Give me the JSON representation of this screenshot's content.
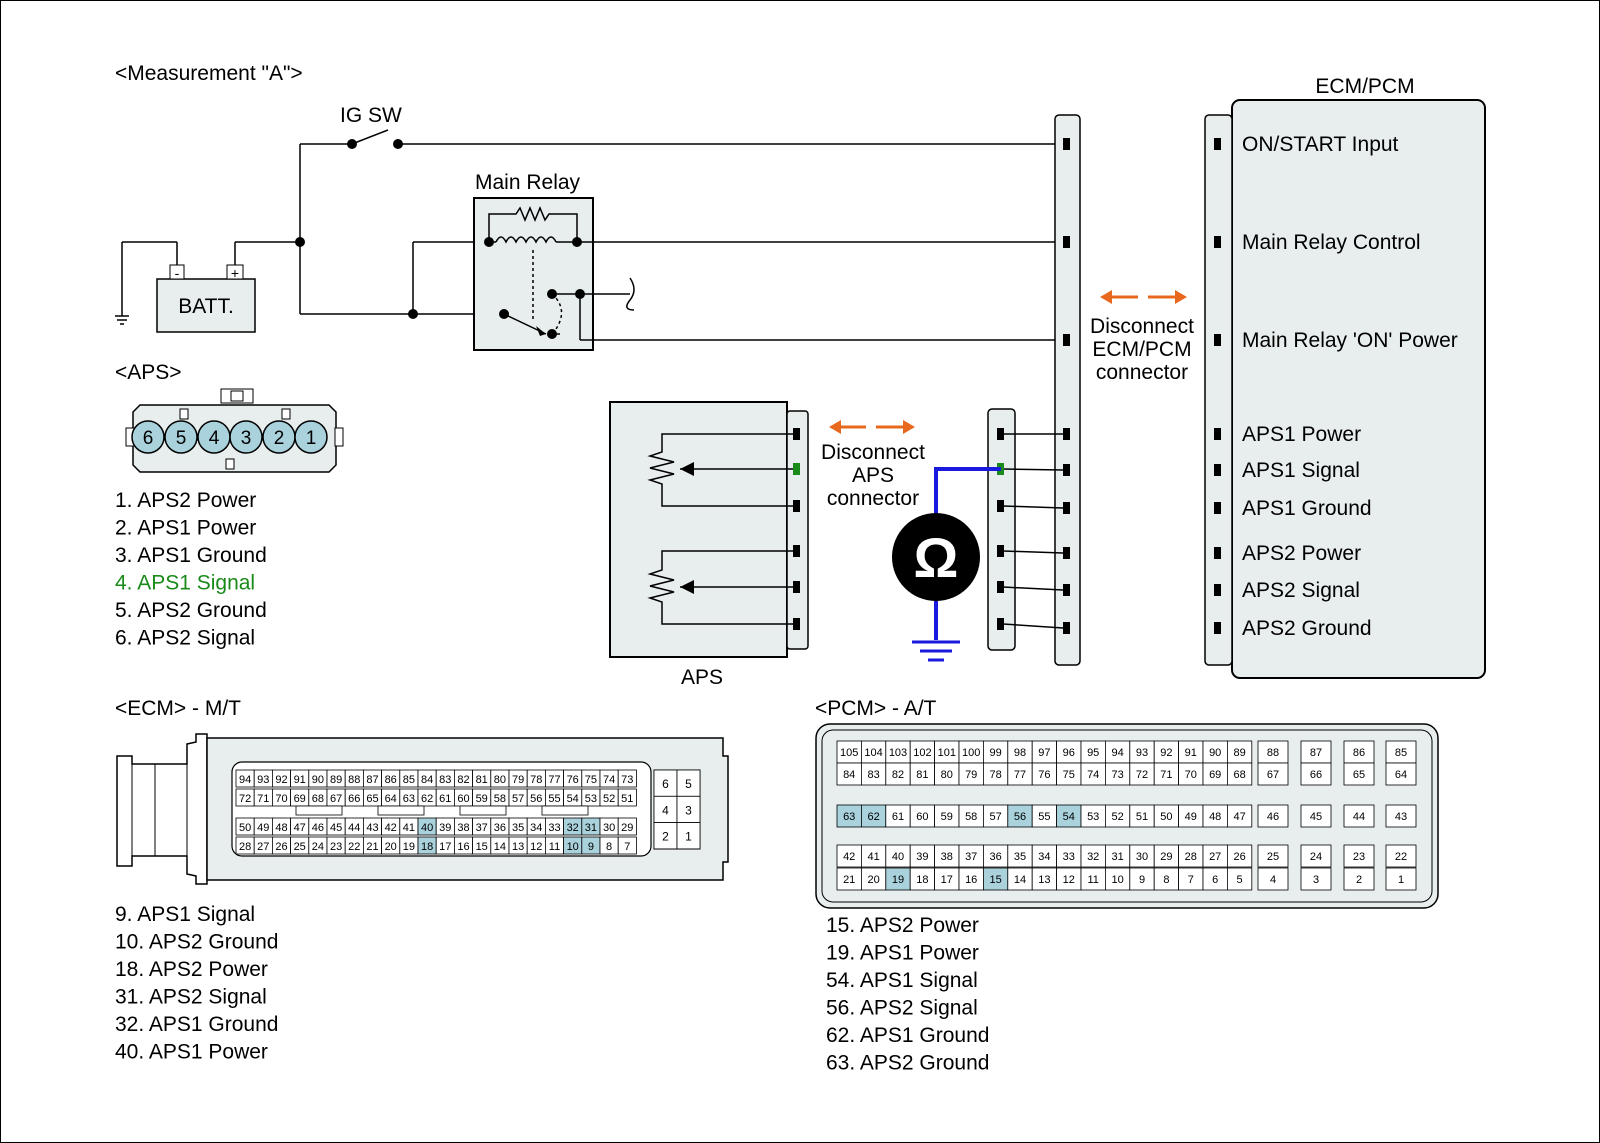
{
  "title": "<Measurement \"A\">",
  "ig_sw": "IG SW",
  "main_relay": "Main Relay",
  "batt": "BATT.",
  "batt_minus": "-",
  "batt_plus": "+",
  "ecm_pcm_title": "ECM/PCM",
  "ecm_pins": [
    "ON/START Input",
    "Main Relay Control",
    "Main Relay 'ON' Power",
    "APS1 Power",
    "APS1 Signal",
    "APS1 Ground",
    "APS2 Power",
    "APS2 Signal",
    "APS2 Ground"
  ],
  "disconnect_ecm": [
    "Disconnect",
    "ECM/PCM",
    "connector"
  ],
  "disconnect_aps": [
    "Disconnect",
    "APS",
    "connector"
  ],
  "ohm_symbol": "Ω",
  "aps_label": "APS",
  "aps_section_title": "<APS>",
  "aps_connector_pins": [
    "6",
    "5",
    "4",
    "3",
    "2",
    "1"
  ],
  "aps_pin_list": [
    "1. APS2 Power",
    "2. APS1 Power",
    "3. APS1 Ground",
    "4. APS1 Signal",
    "5. APS2 Ground",
    "6. APS2 Signal"
  ],
  "ecm_section_title": "<ECM> - M/T",
  "ecm_connector": {
    "rows": [
      [
        "94",
        "93",
        "92",
        "91",
        "90",
        "89",
        "88",
        "87",
        "86",
        "85",
        "84",
        "83",
        "82",
        "81",
        "80",
        "79",
        "78",
        "77",
        "76",
        "75",
        "74",
        "73"
      ],
      [
        "72",
        "71",
        "70",
        "69",
        "68",
        "67",
        "66",
        "65",
        "64",
        "63",
        "62",
        "61",
        "60",
        "59",
        "58",
        "57",
        "56",
        "55",
        "54",
        "53",
        "52",
        "51"
      ],
      [
        "50",
        "49",
        "48",
        "47",
        "46",
        "45",
        "44",
        "43",
        "42",
        "41",
        "40",
        "39",
        "38",
        "37",
        "36",
        "35",
        "34",
        "33",
        "32",
        "31",
        "30",
        "29"
      ],
      [
        "28",
        "27",
        "26",
        "25",
        "24",
        "23",
        "22",
        "21",
        "20",
        "19",
        "18",
        "17",
        "16",
        "15",
        "14",
        "13",
        "12",
        "11",
        "10",
        "9",
        "8",
        "7"
      ]
    ],
    "side": [
      [
        "6",
        "5"
      ],
      [
        "4",
        "3"
      ],
      [
        "2",
        "1"
      ]
    ],
    "highlighted": [
      "40",
      "32",
      "31",
      "18",
      "10",
      "9"
    ]
  },
  "ecm_pin_list": [
    "9. APS1 Signal",
    "10. APS2 Ground",
    "18. APS2 Power",
    "31. APS2 Signal",
    "32. APS1 Ground",
    "40. APS1 Power"
  ],
  "pcm_section_title": "<PCM> - A/T",
  "pcm_connector": {
    "row1": [
      "105",
      "104",
      "103",
      "102",
      "101",
      "100",
      "99",
      "98",
      "97",
      "96",
      "95",
      "94",
      "93",
      "92",
      "91",
      "90",
      "89"
    ],
    "row2": [
      "84",
      "83",
      "82",
      "81",
      "80",
      "79",
      "78",
      "77",
      "76",
      "75",
      "74",
      "73",
      "72",
      "71",
      "70",
      "69",
      "68"
    ],
    "row3": [
      "63",
      "62",
      "61",
      "60",
      "59",
      "58",
      "57",
      "56",
      "55",
      "54",
      "53",
      "52",
      "51",
      "50",
      "49",
      "48",
      "47"
    ],
    "row4": [
      "42",
      "41",
      "40",
      "39",
      "38",
      "37",
      "36",
      "35",
      "34",
      "33",
      "32",
      "31",
      "30",
      "29",
      "28",
      "27",
      "26"
    ],
    "row5": [
      "21",
      "20",
      "19",
      "18",
      "17",
      "16",
      "15",
      "14",
      "13",
      "12",
      "11",
      "10",
      "9",
      "8",
      "7",
      "6",
      "5"
    ],
    "right_top": [
      [
        "88",
        "87",
        "86",
        "85"
      ],
      [
        "67",
        "66",
        "65",
        "64"
      ]
    ],
    "right_mid": [
      "46",
      "45",
      "44",
      "43"
    ],
    "right_bottom": [
      [
        "25",
        "24",
        "23",
        "22"
      ],
      [
        "4",
        "3",
        "2",
        "1"
      ]
    ],
    "highlighted": [
      "63",
      "62",
      "56",
      "54",
      "19",
      "15"
    ]
  },
  "pcm_pin_list": [
    "15. APS2 Power",
    "19. APS1 Power",
    "54. APS1 Signal",
    "56. APS2 Signal",
    "62. APS1 Ground",
    "63. APS2 Ground"
  ],
  "colors": {
    "highlight": "#a9d2dd",
    "signal_green": "#1a8a1a",
    "probe_blue": "#1a1adf",
    "arrow_orange": "#e8691e",
    "panel_fill": "#e8eeee"
  }
}
